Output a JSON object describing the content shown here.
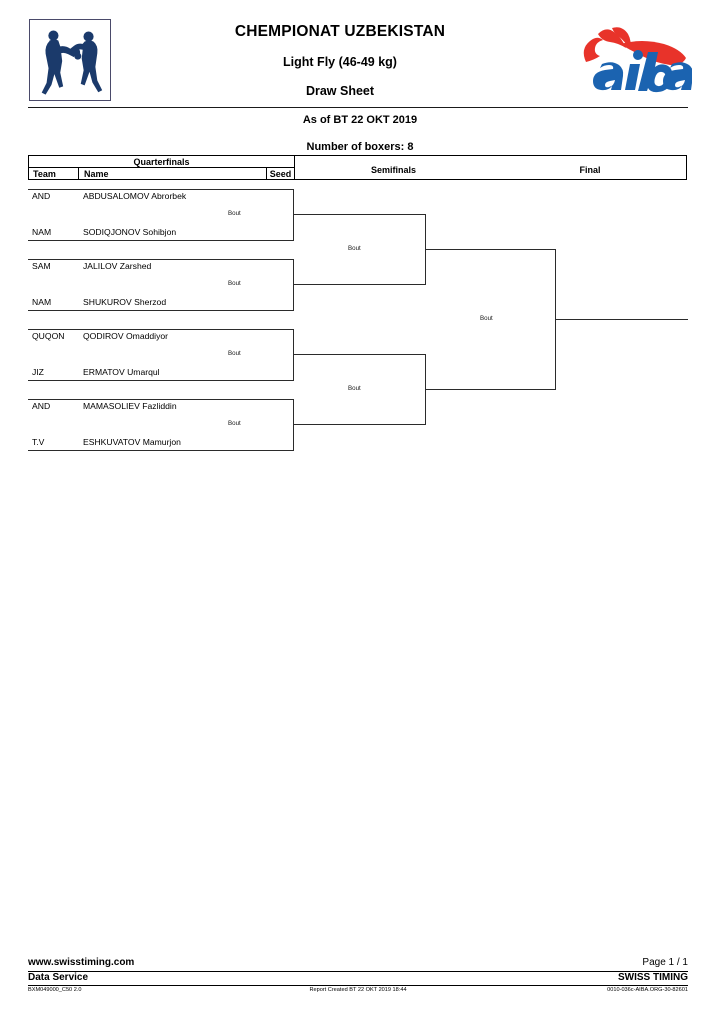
{
  "header": {
    "event_title": "CHEMPIONAT UZBEKISTAN",
    "weight_class": "Light Fly (46-49 kg)",
    "sheet_type": "Draw Sheet",
    "as_of": "As of BT 22 OKT 2019",
    "boxer_count": "Number of boxers: 8",
    "left_logo_icon": "boxers-icon",
    "right_logo_icon": "aiba-logo-icon",
    "aiba_wordmark": "aiba"
  },
  "table_header": {
    "quarterfinals_group": "Quarterfinals",
    "team": "Team",
    "name": "Name",
    "seed": "Seed",
    "semifinals": "Semifinals",
    "final": "Final"
  },
  "bracket": {
    "bout_label": "Bout",
    "quarterfinals": [
      {
        "bout_label": "Bout",
        "boxers": [
          {
            "team": "AND",
            "name": "ABDUSALOMOV Abrorbek",
            "seed": ""
          },
          {
            "team": "NAM",
            "name": "SODIQJONOV Sohibjon",
            "seed": ""
          }
        ]
      },
      {
        "bout_label": "Bout",
        "boxers": [
          {
            "team": "SAM",
            "name": "JALILOV Zarshed",
            "seed": ""
          },
          {
            "team": "NAM",
            "name": "SHUKUROV Sherzod",
            "seed": ""
          }
        ]
      },
      {
        "bout_label": "Bout",
        "boxers": [
          {
            "team": "QUQON",
            "name": "QODIROV Omaddiyor",
            "seed": ""
          },
          {
            "team": "JIZ",
            "name": "ERMATOV Umarqul",
            "seed": ""
          }
        ]
      },
      {
        "bout_label": "Bout",
        "boxers": [
          {
            "team": "AND",
            "name": "MAMASOLIEV Fazliddin",
            "seed": ""
          },
          {
            "team": "T.V",
            "name": "ESHKUVATOV Mamurjon",
            "seed": ""
          }
        ]
      }
    ],
    "semifinals": [
      {
        "bout_label": "Bout"
      },
      {
        "bout_label": "Bout"
      }
    ],
    "final": {
      "bout_label": "Bout"
    }
  },
  "footer": {
    "website": "www.swisstiming.com",
    "page": "Page 1 / 1",
    "data_service": "Data Service",
    "swiss_timing": "SWISS TIMING",
    "code_left": "BXM049000_C50 2.0",
    "report_created": "Report Created  BT 22 OKT 2019 18:44",
    "code_right": "0010-036c-AIBA.ORG-30-82601"
  },
  "colors": {
    "logo_navy": "#1b3a6b",
    "aiba_red": "#e8332a",
    "aiba_blue": "#1b63b0",
    "line": "#2b2b2b",
    "text": "#000000"
  }
}
